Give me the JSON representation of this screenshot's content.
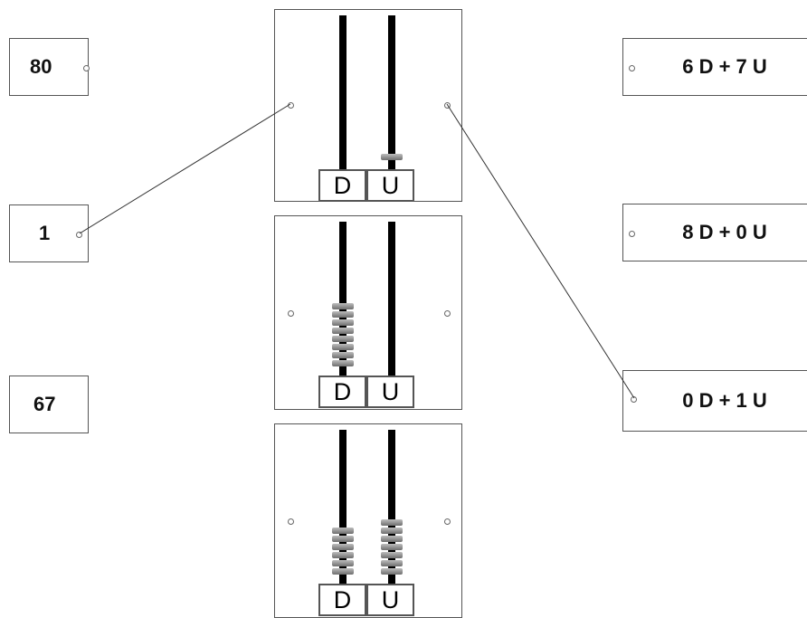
{
  "numbers": [
    "80",
    "1",
    "67"
  ],
  "expressions": [
    "6 D + 7 U",
    "8 D + 0 U",
    "0 D + 1 U"
  ],
  "abaci": [
    {
      "tens": 0,
      "ones": 1,
      "tens_label": "D",
      "ones_label": "U"
    },
    {
      "tens": 8,
      "ones": 0,
      "tens_label": "D",
      "ones_label": "U"
    },
    {
      "tens": 6,
      "ones": 7,
      "tens_label": "D",
      "ones_label": "U"
    }
  ],
  "connections": [
    {
      "from": "number-1",
      "to": "abacus-1-left"
    },
    {
      "from": "abacus-1-right",
      "to": "expression-3"
    }
  ],
  "colors": {
    "rod": "#000000",
    "bead": "#8a8a8a",
    "border": "#555555"
  }
}
